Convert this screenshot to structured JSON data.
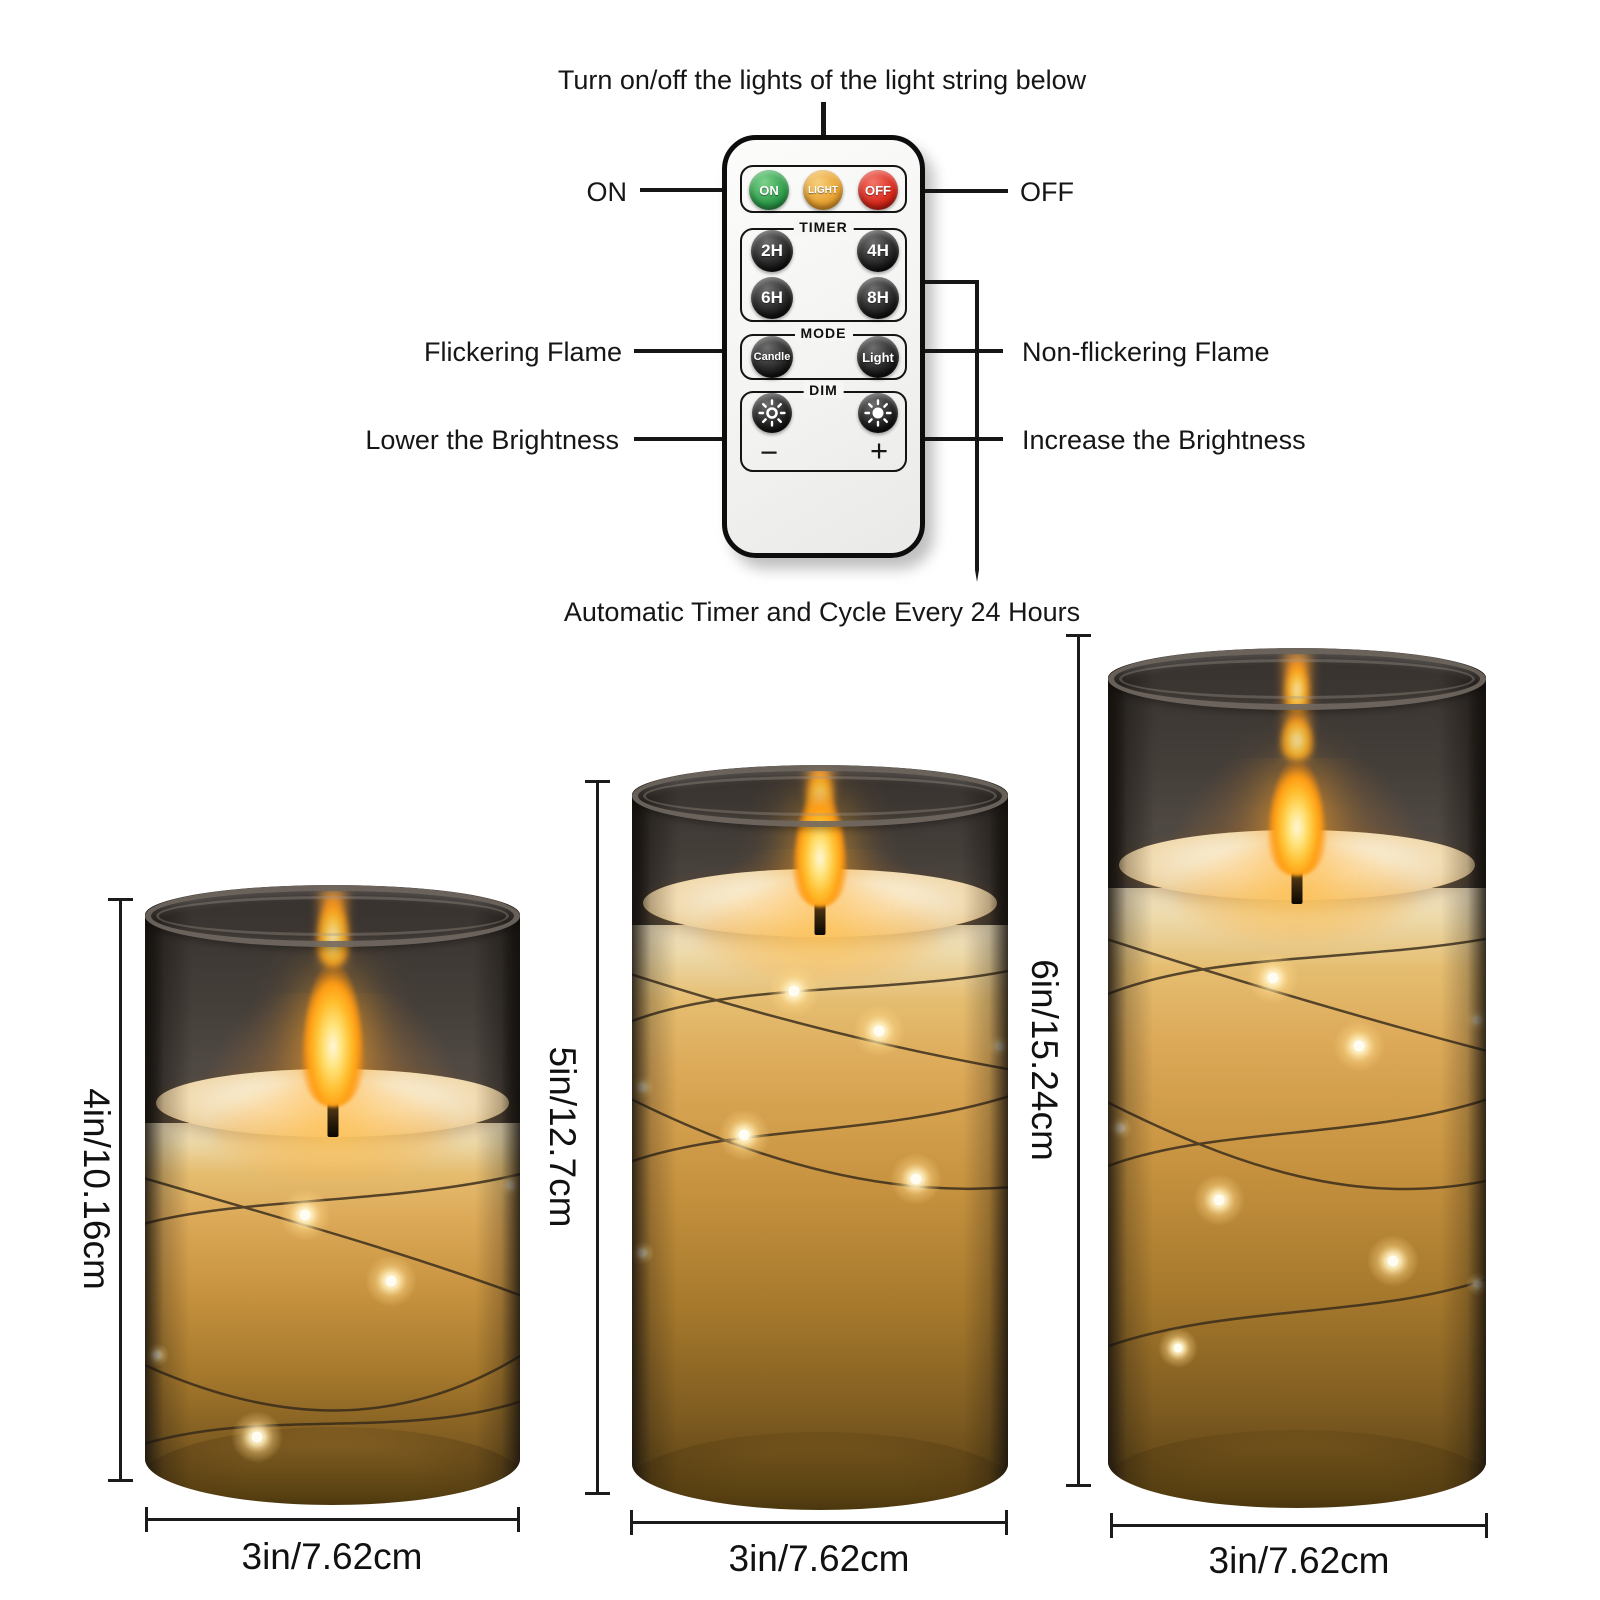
{
  "remote_diagram": {
    "title": "Turn on/off the lights of the light string below",
    "caption": "Automatic Timer and Cycle Every 24 Hours",
    "callouts": {
      "on": "ON",
      "off": "OFF",
      "flickering": "Flickering Flame",
      "non_flickering": "Non-flickering Flame",
      "lower": "Lower the Brightness",
      "increase": "Increase the Brightness"
    },
    "remote": {
      "power": [
        {
          "label": "ON",
          "color": "#2f9e4c"
        },
        {
          "label": "LIGHT",
          "color": "#e8a231"
        },
        {
          "label": "OFF",
          "color": "#da2a1d"
        }
      ],
      "sections": [
        {
          "label": "TIMER",
          "buttons": [
            "2H",
            "4H",
            "6H",
            "8H"
          ]
        },
        {
          "label": "MODE",
          "buttons": [
            "Candle",
            "Light"
          ]
        },
        {
          "label": "DIM",
          "icons": [
            "sun-dim-icon",
            "sun-bright-icon"
          ],
          "minus": "−",
          "plus": "+"
        }
      ]
    }
  },
  "candles": [
    {
      "height_label": "4in/10.16cm",
      "width_label": "3in/7.62cm"
    },
    {
      "height_label": "5in/12.7cm",
      "width_label": "3in/7.62cm"
    },
    {
      "height_label": "6in/15.24cm",
      "width_label": "3in/7.62cm"
    }
  ],
  "colors": {
    "flame": "#ffb62a",
    "led_glow": "#ffe9b8",
    "glass": "#4a443f",
    "wax": "#f5ead2",
    "body_amber": "#c6923f"
  }
}
